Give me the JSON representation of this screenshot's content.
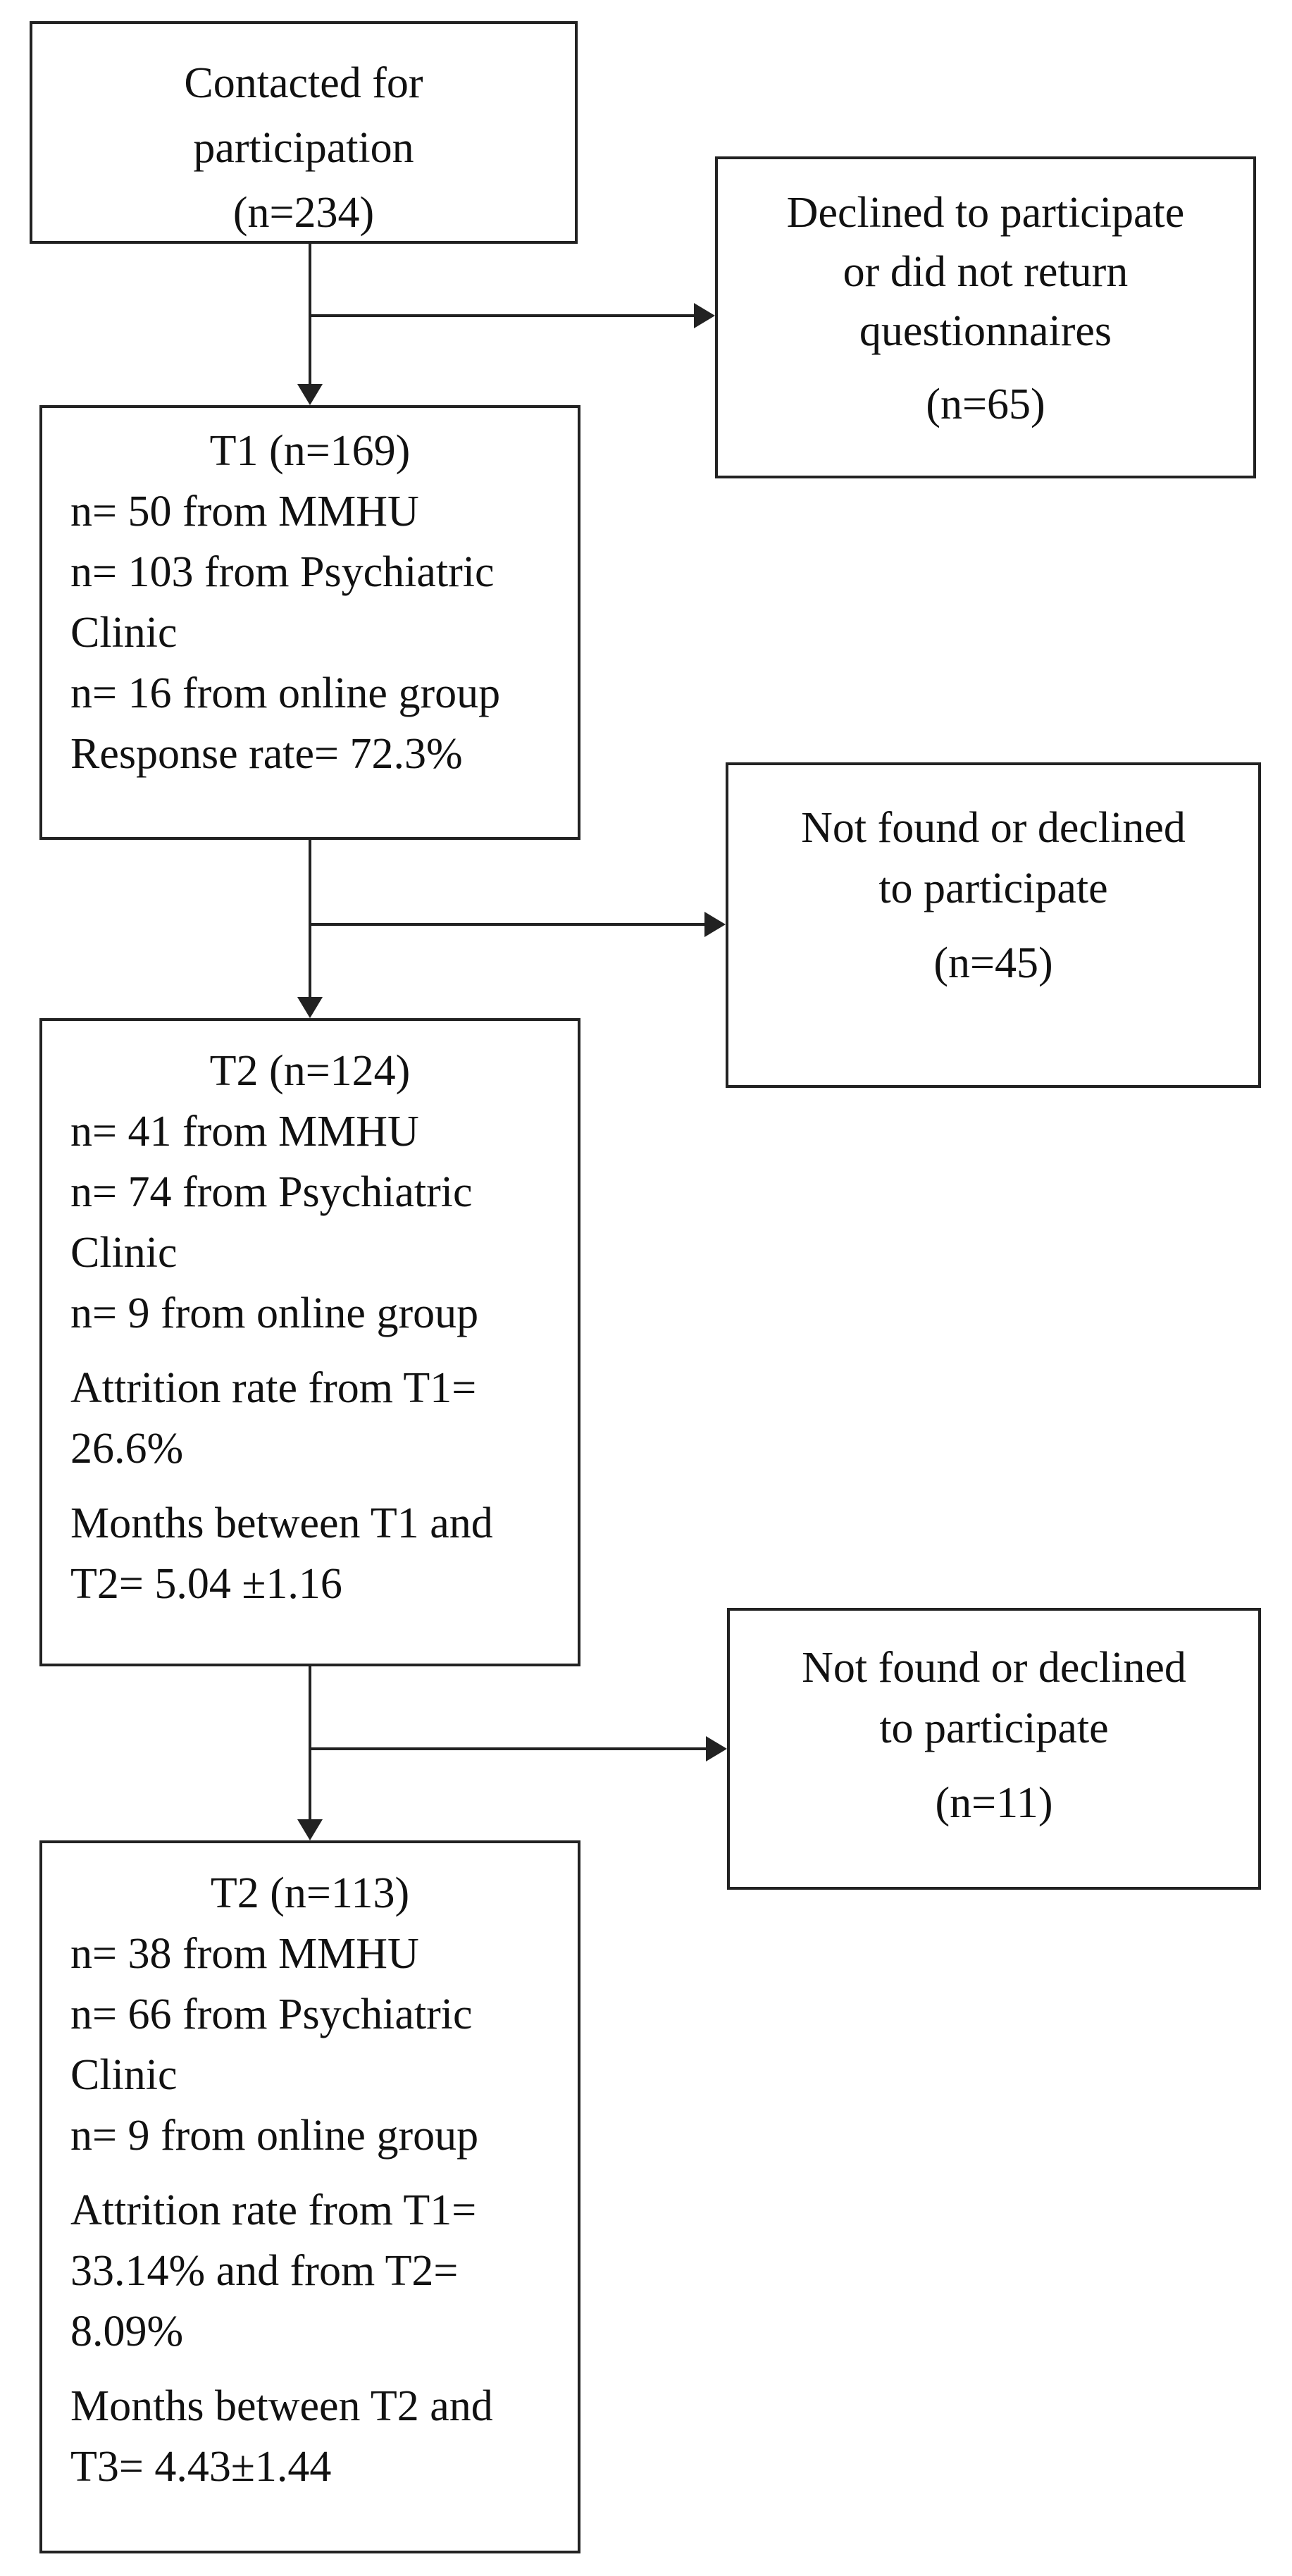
{
  "boxes": {
    "contacted": {
      "lines": [
        "Contacted for",
        "participation",
        "(n=234)"
      ]
    },
    "declined_t0": {
      "lines": [
        "Declined to participate",
        "or did not return",
        "questionnaires"
      ],
      "count": "(n=65)"
    },
    "t1": {
      "title": "T1 (n=169)",
      "lines": [
        "n= 50 from MMHU",
        "n= 103 from Psychiatric",
        "Clinic",
        "n= 16 from online group",
        "Response rate= 72.3%"
      ]
    },
    "declined_t1": {
      "lines": [
        "Not found or declined",
        "to participate"
      ],
      "count": "(n=45)"
    },
    "t2": {
      "title": "T2 (n=124)",
      "lines": [
        "n= 41 from MMHU",
        "n= 74 from Psychiatric",
        "Clinic",
        "n= 9 from online group"
      ],
      "attrition": [
        "Attrition rate from T1=",
        "26.6%"
      ],
      "months": [
        "Months between T1 and",
        "T2= 5.04 ±1.16"
      ]
    },
    "declined_t2": {
      "lines": [
        "Not found or declined",
        "to participate"
      ],
      "count": "(n=11)"
    },
    "t3": {
      "title": "T2 (n=113)",
      "lines": [
        "n= 38 from MMHU",
        "n= 66 from Psychiatric",
        "Clinic",
        "n= 9 from online group"
      ],
      "attrition": [
        "Attrition rate from T1=",
        "33.14% and from T2=",
        "8.09%"
      ],
      "months": [
        "Months between T2 and",
        "T3= 4.43±1.44"
      ]
    }
  }
}
